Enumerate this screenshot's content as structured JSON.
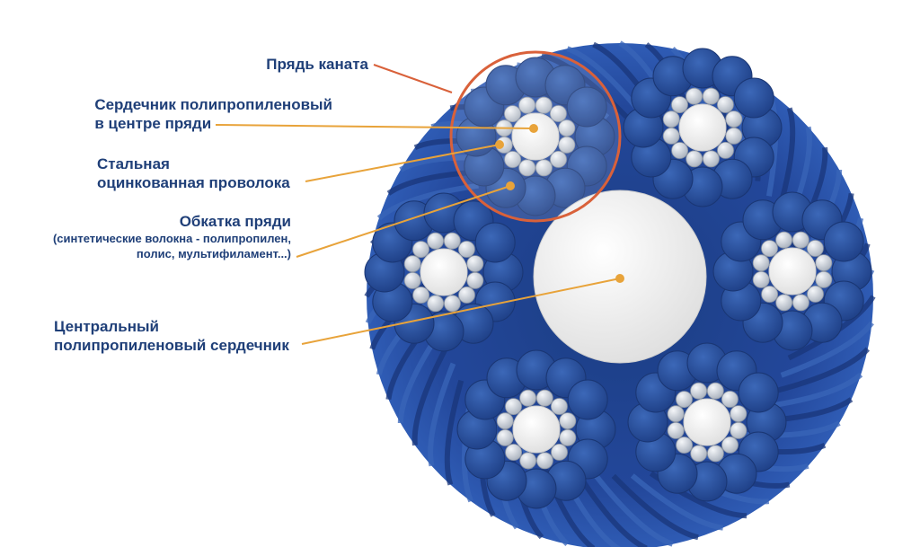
{
  "labels": {
    "strand": "Прядь каната",
    "strand_core_line1": "Сердечник полипропиленовый",
    "strand_core_line2": "в центре пряди",
    "steel_wire_line1": "Стальная",
    "steel_wire_line2": "оцинкованная проволока",
    "strand_cover_title": "Обкатка пряди",
    "strand_cover_line2": "(синтетические волокна - полипропилен,",
    "strand_cover_line3": "полис, мультифиламент...)",
    "central_core_line1": "Центральный",
    "central_core_line2": "полипропиленовый сердечник"
  },
  "colors": {
    "label_text": "#1f3f78",
    "leader_line": "#e8a33a",
    "strand_highlight": "#d9613a",
    "rope_blue": "#2a4f9e",
    "fiber_blue": "#2e5aa8",
    "steel_wire": "#c9cfd8",
    "core_white": "#f2f2f2"
  }
}
